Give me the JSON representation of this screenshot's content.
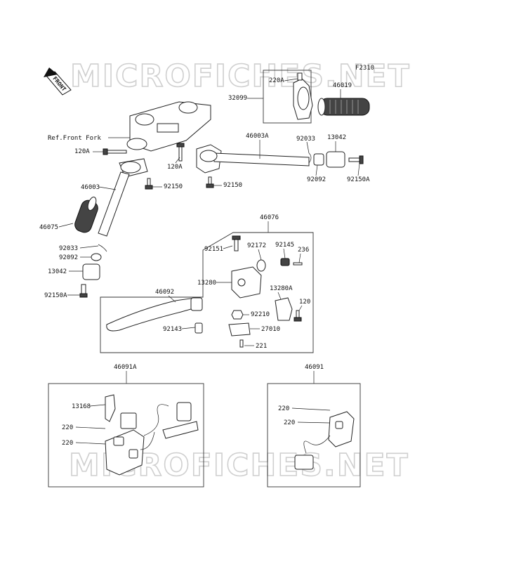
{
  "watermark": "MICROFICHES.NET",
  "figure_code": "F2310",
  "front_label": "FRONT",
  "ref_label": "Ref.Front Fork",
  "labels": {
    "p220A_top": "220A",
    "p32099": "32099",
    "p46019": "46019",
    "p46003A": "46003A",
    "p92033_r": "92033",
    "p13042_r": "13042",
    "p120A_l": "120A",
    "p120A_m": "120A",
    "p46003": "46003",
    "p92150_l": "92150",
    "p92150_m": "92150",
    "p92092_r": "92092",
    "p92150A_r": "92150A",
    "p46075": "46075",
    "p46076": "46076",
    "p92151": "92151",
    "p92172": "92172",
    "p92145": "92145",
    "p236": "236",
    "p92033_l": "92033",
    "p92092_l": "92092",
    "p13042_l": "13042",
    "p92150A_l": "92150A",
    "p13280": "13280",
    "p13280A": "13280A",
    "p46092": "46092",
    "p92210": "92210",
    "p120": "120",
    "p92143": "92143",
    "p27010": "27010",
    "p221": "221",
    "p46091A": "46091A",
    "p46091": "46091",
    "p13168": "13168",
    "p220_a": "220",
    "p220_b": "220",
    "p220_c": "220",
    "p220_d": "220"
  }
}
